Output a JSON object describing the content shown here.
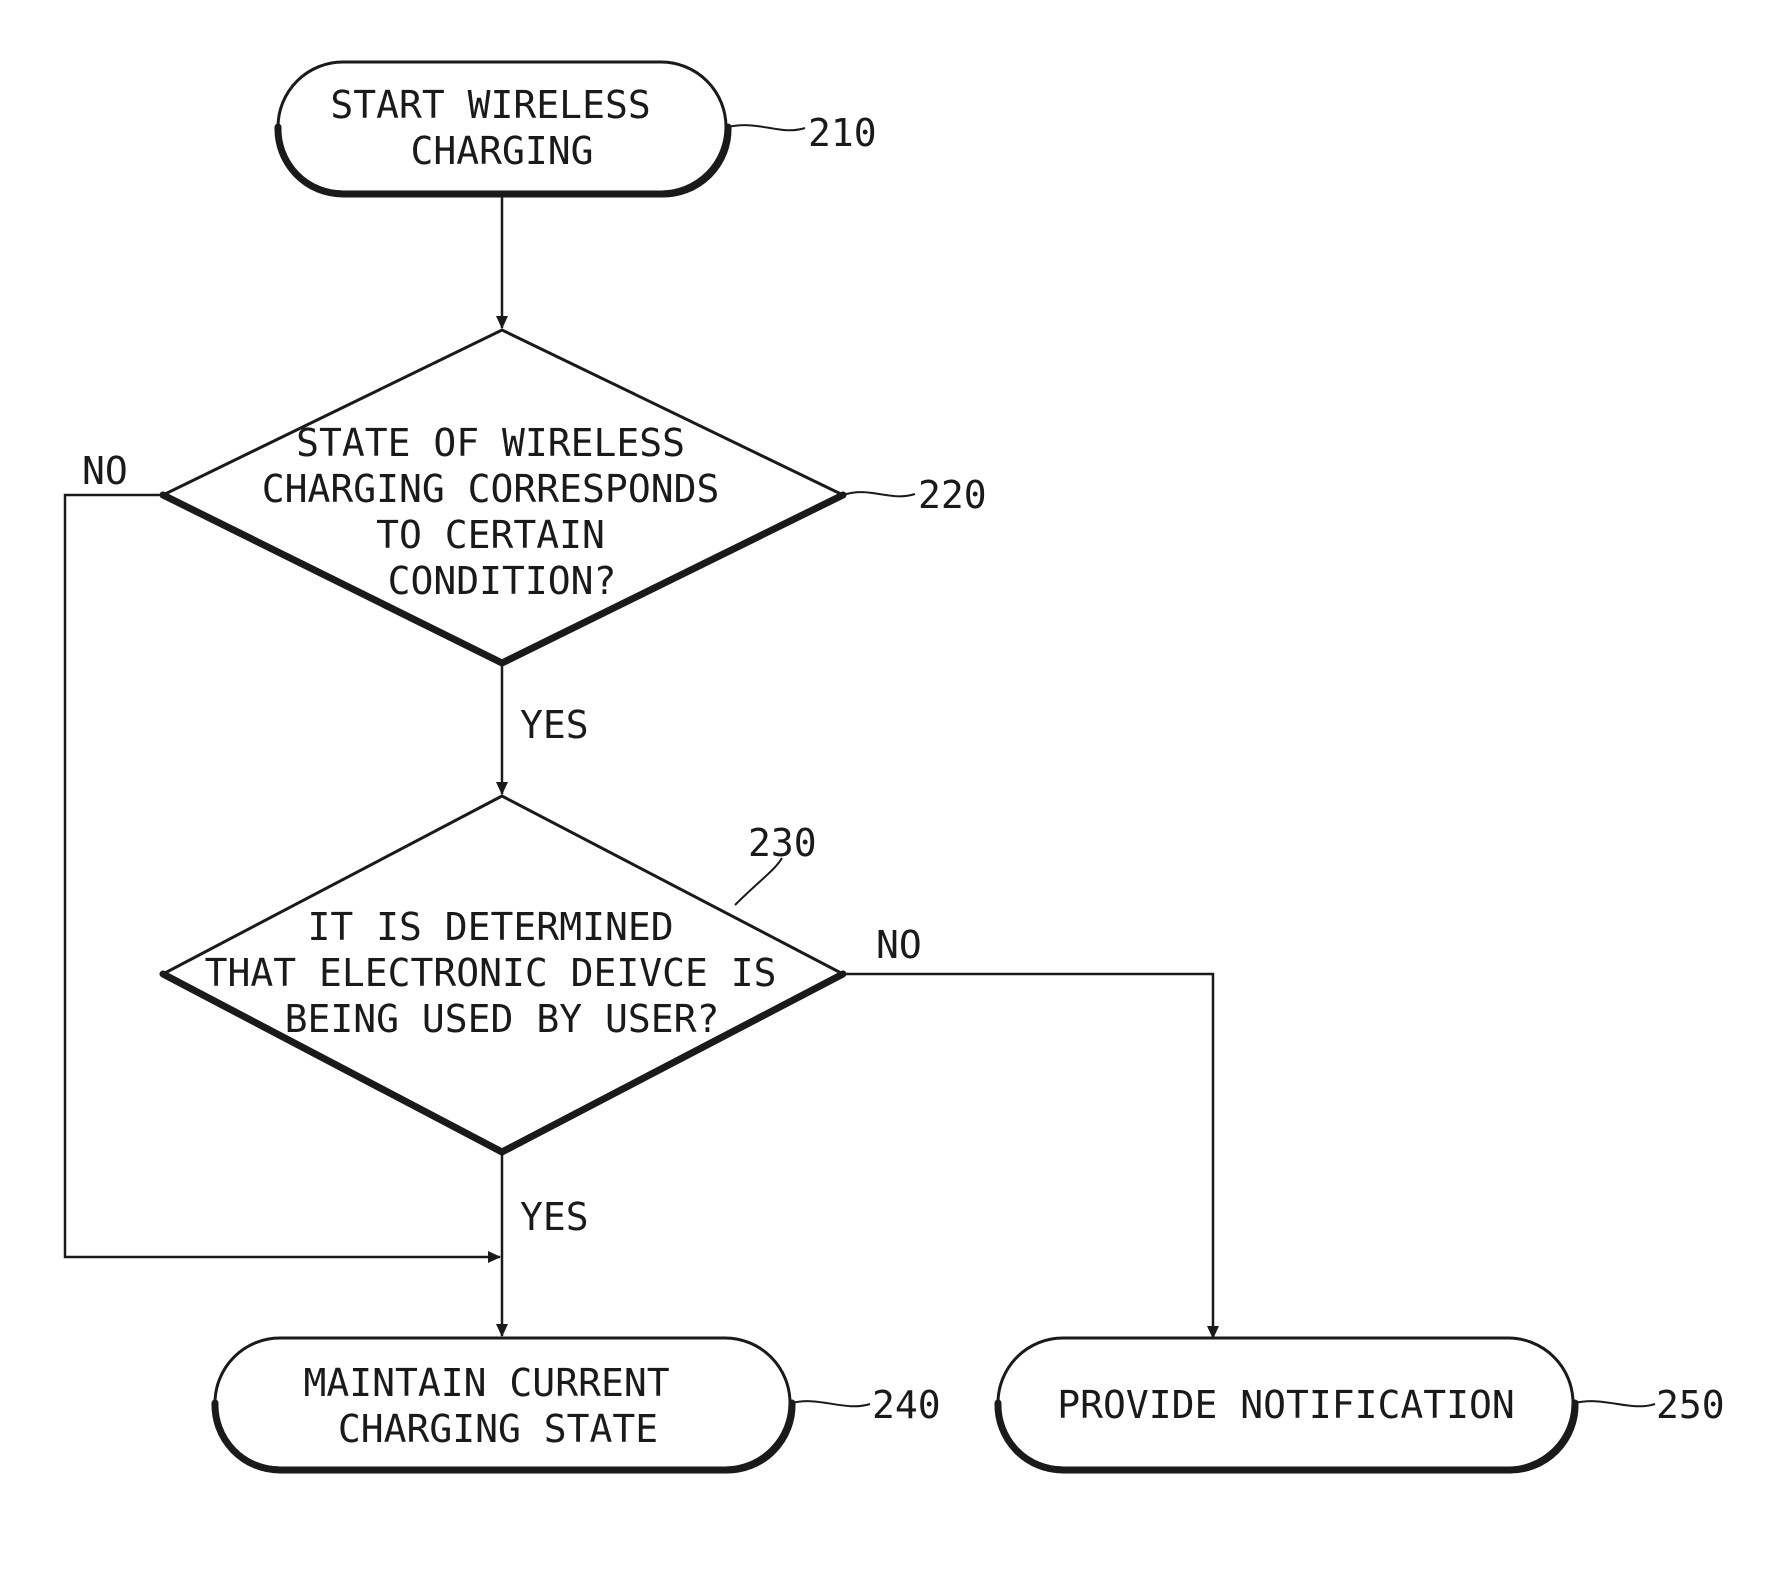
{
  "nodes": {
    "start": {
      "lines": [
        "START WIRELESS",
        "CHARGING"
      ],
      "ref": "210"
    },
    "decision_condition": {
      "lines": [
        "STATE OF WIRELESS",
        "CHARGING CORRESPONDS",
        "TO CERTAIN",
        "CONDITION?"
      ],
      "ref": "220"
    },
    "decision_user": {
      "lines": [
        "IT IS DETERMINED",
        "THAT ELECTRONIC DEIVCE IS",
        "BEING USED BY USER?"
      ],
      "ref": "230"
    },
    "maintain": {
      "lines": [
        "MAINTAIN CURRENT",
        "CHARGING STATE"
      ],
      "ref": "240"
    },
    "notify": {
      "lines": [
        "PROVIDE NOTIFICATION"
      ],
      "ref": "250"
    }
  },
  "edges": {
    "condition_no": "NO",
    "condition_yes": "YES",
    "user_no": "NO",
    "user_yes": "YES"
  }
}
